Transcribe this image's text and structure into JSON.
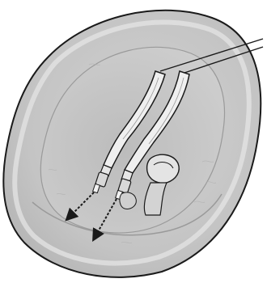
{
  "figure": {
    "subject": "infant-seat-insert",
    "parts": [
      "seat-shell",
      "harness-strap-left",
      "harness-strap-right",
      "buckle-tongue-left",
      "buckle-tongue-right",
      "crotch-buckle",
      "pull-direction-arrow-left",
      "pull-direction-arrow-right",
      "callout-leader-lines"
    ],
    "colors": {
      "fabric_light": "#dcdcdc",
      "fabric_mid": "#c7c7c7",
      "fabric_shadow": "#a9a9a9",
      "outline": "#1a1a1a",
      "strap": "#efefef",
      "background": "#ffffff"
    }
  }
}
